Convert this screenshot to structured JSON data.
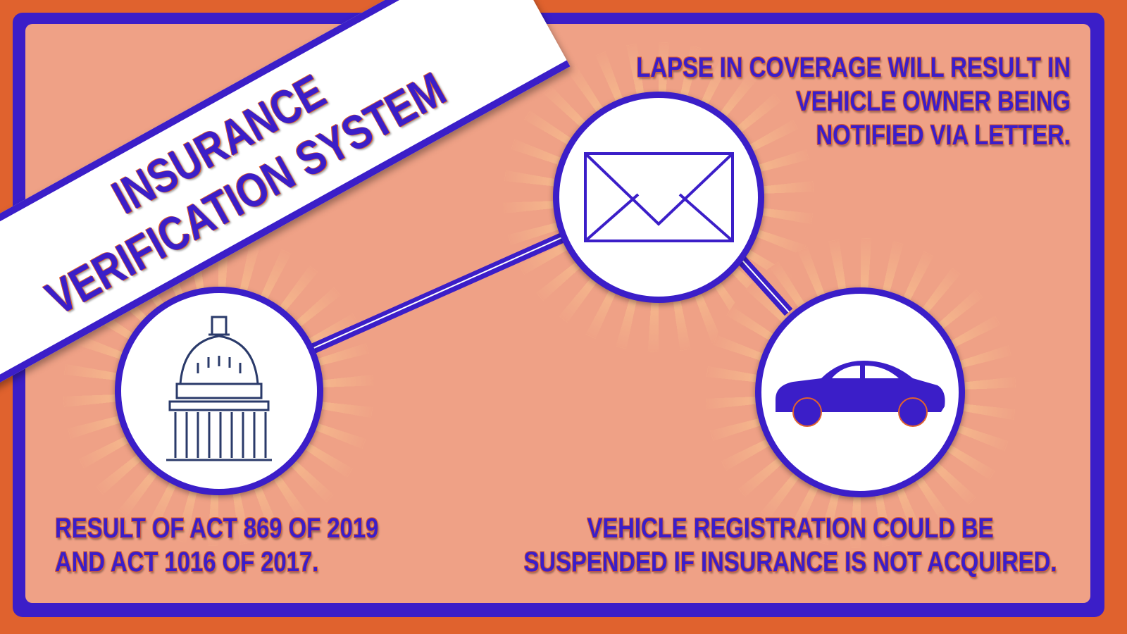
{
  "banner": {
    "line1": "INSURANCE",
    "line2": "VERIFICATION SYSTEM"
  },
  "notes": {
    "top_right": [
      "LAPSE IN COVERAGE WILL RESULT IN",
      "VEHICLE OWNER BEING",
      "NOTIFIED VIA LETTER."
    ],
    "bottom_left": [
      "RESULT OF ACT 869 OF 2019",
      "AND ACT 1016 OF 2017."
    ],
    "bottom_right": [
      "VEHICLE REGISTRATION COULD BE",
      "SUSPENDED IF INSURANCE IS NOT ACQUIRED."
    ]
  },
  "nodes": [
    {
      "icon": "capitol-icon"
    },
    {
      "icon": "envelope-icon"
    },
    {
      "icon": "car-icon"
    }
  ],
  "colors": {
    "accent": "#3b1ec8",
    "background": "#e0622e",
    "panel": "#efa186"
  }
}
